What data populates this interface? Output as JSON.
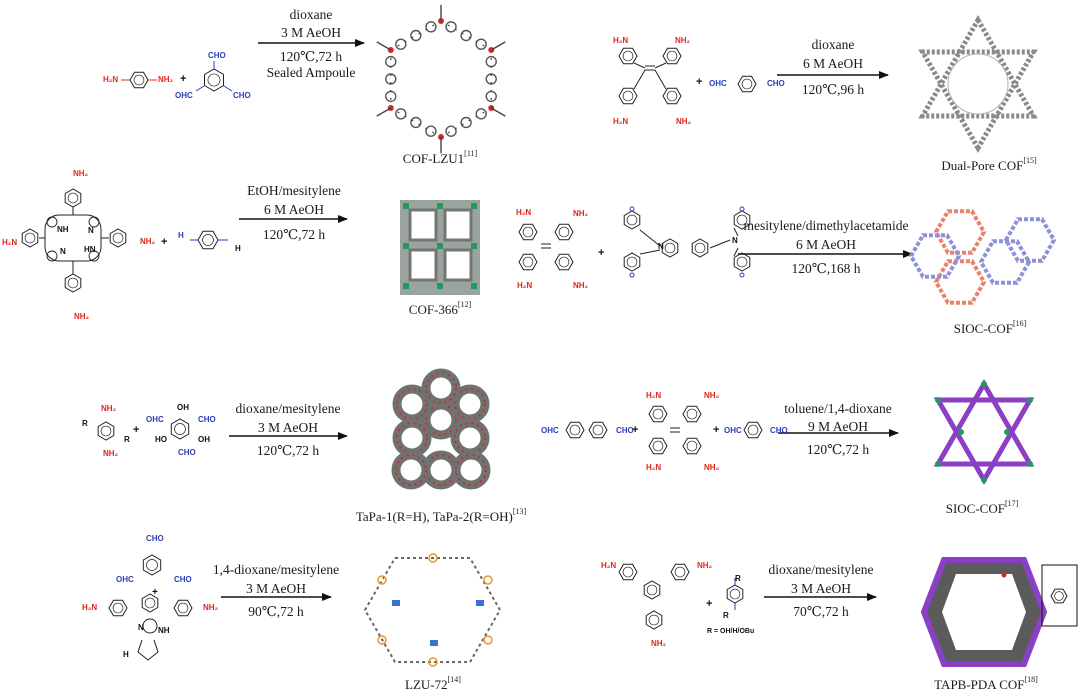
{
  "reactions": [
    {
      "conditions": [
        "dioxane",
        "3 M   AeOH",
        "120℃,72 h",
        "Sealed Ampoule"
      ],
      "product": {
        "name": "COF-LZU1",
        "ref": "[11]"
      },
      "labels": [
        "H₂N",
        "NH₂",
        "CHO",
        "OHC",
        "CHO",
        "+"
      ]
    },
    {
      "conditions": [
        "dioxane",
        "6 M   AeOH",
        "120℃,96 h"
      ],
      "product": {
        "name": "Dual-Pore COF",
        "ref": "[15]"
      },
      "labels": [
        "H₂N",
        "NH₂",
        "H₂N",
        "NH₂",
        "OHC",
        "CHO",
        "+"
      ]
    },
    {
      "conditions": [
        "EtOH/mesitylene",
        "6 M   AeOH",
        "120℃,72 h"
      ],
      "product": {
        "name": "COF-366",
        "ref": "[12]"
      },
      "labels": [
        "NH₂",
        "H₂N",
        "NH₂",
        "NH₂",
        "NH",
        "HN",
        "N",
        "N",
        "H",
        "H",
        "+"
      ]
    },
    {
      "conditions": [
        "mesitylene/dimethylacetamide",
        "6 M   AeOH",
        "120℃,168 h"
      ],
      "product": {
        "name": "SIOC-COF",
        "ref": "[16]"
      },
      "labels": [
        "H₂N",
        "NH₂",
        "H₂N",
        "NH₂",
        "N",
        "N",
        "+"
      ]
    },
    {
      "conditions": [
        "dioxane/mesitylene",
        "3 M   AeOH",
        "120℃,72 h"
      ],
      "product": {
        "name": "TaPa-1(R=H), TaPa-2(R=OH)",
        "ref": "[13]"
      },
      "labels": [
        "NH₂",
        "R",
        "R",
        "NH₂",
        "OH",
        "CHO",
        "OHC",
        "HO",
        "OH",
        "CHO",
        "+"
      ]
    },
    {
      "conditions": [
        "toluene/1,4-dioxane",
        "9 M   AeOH",
        "120℃,72 h"
      ],
      "product": {
        "name": "SIOC-COF",
        "ref": "[17]"
      },
      "labels": [
        "OHC",
        "CHO",
        "H₂N",
        "NH₂",
        "H₂N",
        "NH₂",
        "OHC",
        "CHO",
        "+",
        "+"
      ]
    },
    {
      "conditions": [
        "1,4-dioxane/mesitylene",
        "3 M   AeOH",
        "90℃,72 h"
      ],
      "product": {
        "name": "LZU-72",
        "ref": "[14]"
      },
      "labels": [
        "CHO",
        "OHC",
        "CHO",
        "+",
        "H₂N",
        "NH₂",
        "NH",
        "N",
        "H"
      ]
    },
    {
      "conditions": [
        "dioxane/mesitylene",
        "3 M   AeOH",
        "70℃,72 h"
      ],
      "product": {
        "name": "TAPB-PDA COF",
        "ref": "[18]"
      },
      "labels": [
        "H₂N",
        "NH₂",
        "NH₂",
        "R",
        "R",
        "R = OH/H/OBu",
        "+"
      ]
    }
  ],
  "colors": {
    "amine": "#e0261c",
    "aldehyde": "#2c3fb8",
    "bond": "#222222",
    "framework_grey": "#8a8a8a",
    "framework_salmon": "#e8836c",
    "framework_periwinkle": "#8b93d6",
    "framework_purple": "#8a3fc4",
    "framework_green": "#1f9a5c",
    "node_red": "#d42a1e",
    "node_orange": "#e8962c",
    "node_blue": "#3a73d4",
    "cage_teal": "#2b8c7a"
  }
}
